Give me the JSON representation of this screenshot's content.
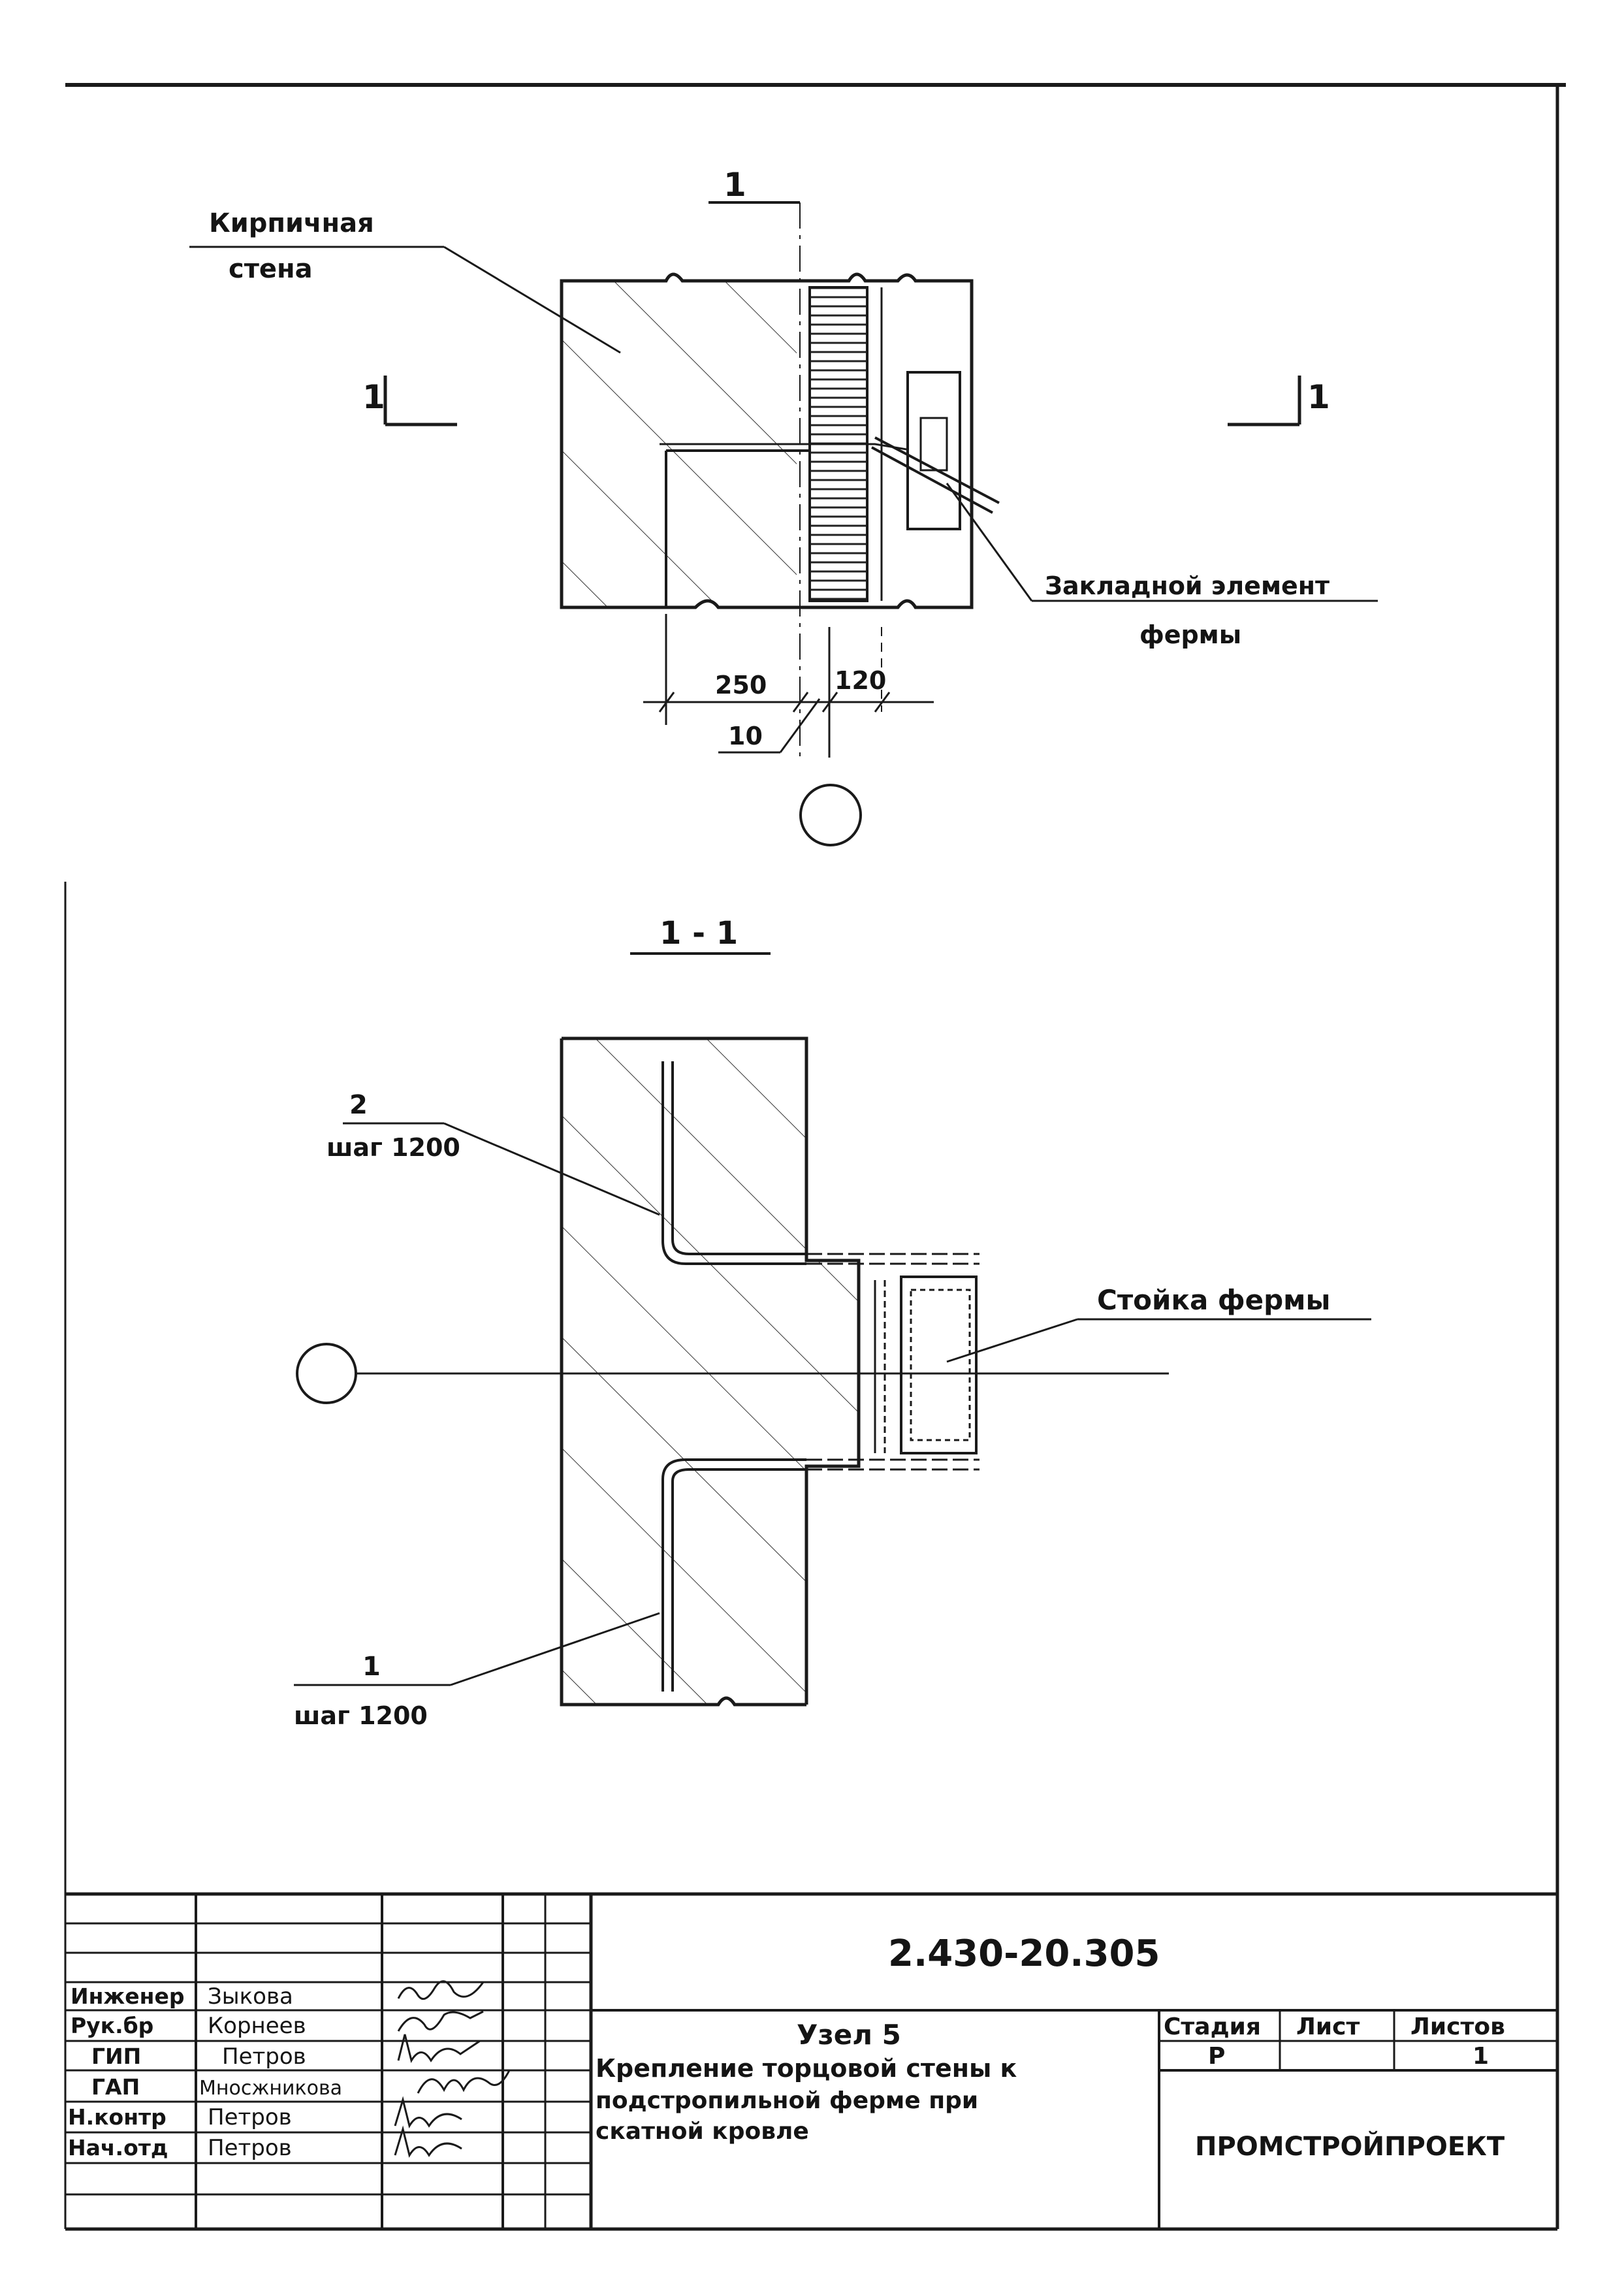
{
  "drawing": {
    "plan": {
      "section_mark_top": "1",
      "section_mark_left": "1",
      "section_mark_right": "1",
      "label_wall_line1": "Кирпичная",
      "label_wall_line2": "стена",
      "label_embed_line1": "Закладной элемент",
      "label_embed_line2": "фермы",
      "dim_250": "250",
      "dim_120": "120",
      "dim_10": "10"
    },
    "section": {
      "title": "1 - 1",
      "rebar2_mark": "2",
      "rebar2_step": "шаг 1200",
      "rebar1_mark": "1",
      "rebar1_step": "шаг 1200",
      "label_post": "Стойка фермы"
    }
  },
  "title_block": {
    "doc_number": "2.430-20.305",
    "roles": [
      {
        "role": "Инженер",
        "name": "Зыкова"
      },
      {
        "role": "Рук.бр",
        "name": "Корнеев"
      },
      {
        "role": "ГИП",
        "name": "Петров"
      },
      {
        "role": "ГАП",
        "name": "Мносжникова"
      },
      {
        "role": "Н.контр",
        "name": "Петров"
      },
      {
        "role": "Нач.отд",
        "name": "Петров"
      }
    ],
    "node_title": "Узел 5",
    "description": [
      "Крепление торцовой стены к",
      "подстропильной ферме при",
      "скатной кровле"
    ],
    "stage_header": "Стадия",
    "sheet_header": "Лист",
    "sheets_header": "Листов",
    "stage_value": "Р",
    "sheet_value": "",
    "sheets_value": "1",
    "organization": "ПРОМСТРОЙПРОЕКТ"
  }
}
